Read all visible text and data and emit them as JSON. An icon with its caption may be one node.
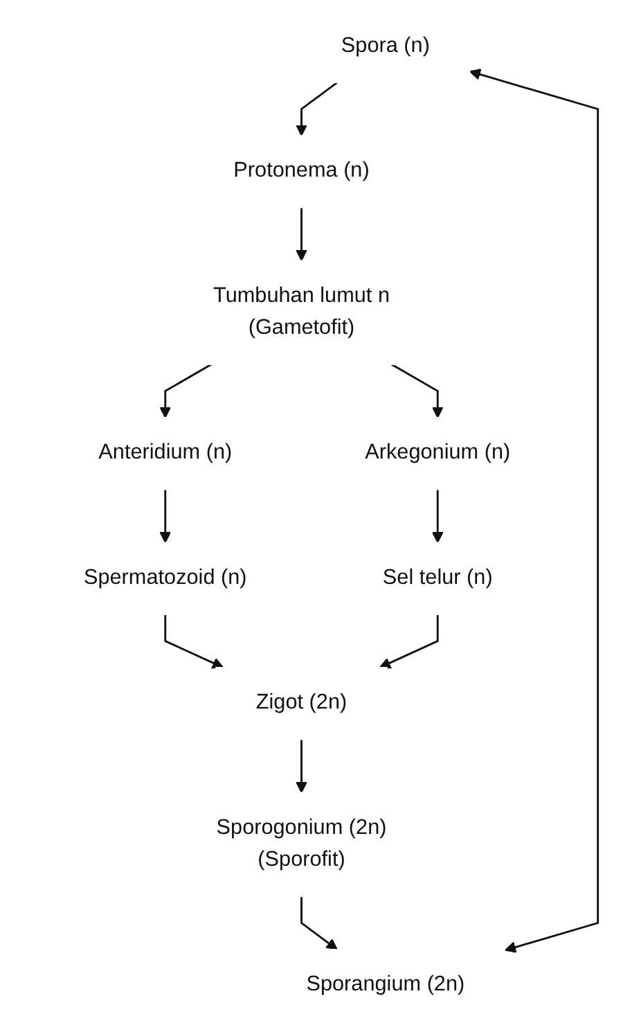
{
  "diagram": {
    "nodes": [
      {
        "text": [
          "Spora (n)"
        ]
      },
      {
        "text": [
          "Protonema (n)"
        ]
      },
      {
        "text": [
          "Tumbuhan lumut n",
          "(Gametofit)"
        ]
      },
      {
        "text": [
          "Anteridium (n)"
        ]
      },
      {
        "text": [
          "Arkegonium (n)"
        ]
      },
      {
        "text": [
          "Spermatozoid (n)"
        ]
      },
      {
        "text": [
          "Sel telur (n)"
        ]
      },
      {
        "text": [
          "Zigot (2n)"
        ]
      },
      {
        "text": [
          "Sporogonium (2n)",
          "(Sporofit)"
        ]
      },
      {
        "text": [
          "Sporangium (2n)"
        ]
      }
    ],
    "edges": [
      {
        "from": 0,
        "to": 1,
        "arrow": "to"
      },
      {
        "from": 1,
        "to": 2,
        "arrow": "to"
      },
      {
        "from": 2,
        "to": 3,
        "arrow": "to"
      },
      {
        "from": 2,
        "to": 4,
        "arrow": "to"
      },
      {
        "from": 3,
        "to": 5,
        "arrow": "to"
      },
      {
        "from": 4,
        "to": 6,
        "arrow": "to"
      },
      {
        "from": 5,
        "to": 7,
        "arrow": "to"
      },
      {
        "from": 6,
        "to": 7,
        "arrow": "to"
      },
      {
        "from": 7,
        "to": 8,
        "arrow": "to"
      },
      {
        "from": 8,
        "to": 9,
        "arrow": "to"
      },
      {
        "from": 9,
        "to": 0,
        "arrow": "both"
      }
    ]
  }
}
